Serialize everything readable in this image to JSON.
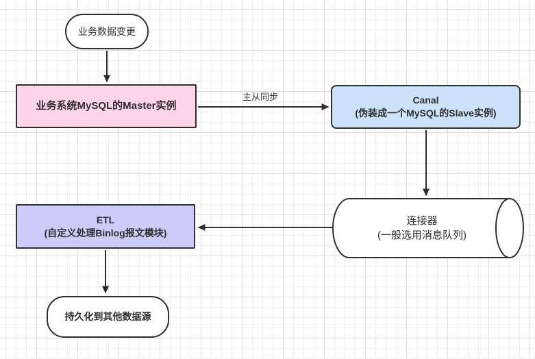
{
  "nodes": {
    "start": {
      "label": "业务数据变更"
    },
    "master": {
      "label": "业务系统MySQL的Master实例"
    },
    "canal": {
      "title": "Canal",
      "subtitle": "(伪装成一个MySQL的Slave实例)"
    },
    "connector": {
      "title": "连接器",
      "subtitle": "(一般选用消息队列)"
    },
    "etl": {
      "title": "ETL",
      "subtitle": "(自定义处理Binlog报文模块)"
    },
    "sink": {
      "label": "持久化到其他数据源"
    }
  },
  "edges": {
    "sync_label": "主从同步"
  },
  "colors": {
    "stroke": "#2f2f2f",
    "master_fill": "#ffd3e8",
    "canal_fill": "#cce2fa",
    "etl_fill": "#ccccfa",
    "grid_minor": "#f0f0f0",
    "grid_major": "#dedede"
  }
}
